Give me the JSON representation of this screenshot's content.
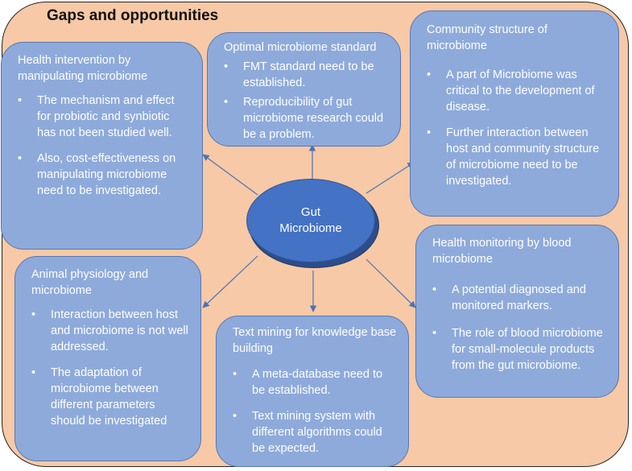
{
  "title": "Gaps and opportunities",
  "center": {
    "label": "Gut Microbiome"
  },
  "boxes": {
    "health_intervention": {
      "heading": "Health intervention by manipulating microbiome",
      "bullets": [
        "The mechanism and effect for probiotic and synbiotic has not been studied well.",
        "Also, cost-effectiveness on manipulating microbiome need to be investigated."
      ]
    },
    "optimal_standard": {
      "heading": "Optimal microbiome standard",
      "bullets": [
        "FMT standard need to be established.",
        "Reproducibility of gut microbiome research could be a problem."
      ]
    },
    "community_structure": {
      "heading": "Community structure of microbiome",
      "bullets": [
        "A part of Microbiome was critical to the development of disease.",
        "Further interaction between  host and community structure of microbiome need to be investigated."
      ]
    },
    "animal_physiology": {
      "heading": "Animal physiology and microbiome",
      "bullets": [
        "Interaction between host and microbiome is not well addressed.",
        "The adaptation of microbiome between different parameters should be investigated"
      ]
    },
    "text_mining": {
      "heading": "Text mining for knowledge base building",
      "bullets": [
        "A meta-database need to be established.",
        "Text mining system with different algorithms could be expected."
      ]
    },
    "blood_monitoring": {
      "heading": "Health monitoring by blood microbiome",
      "bullets": [
        "A potential diagnosed and monitored markers.",
        "The role of blood microbiome for small-molecule products from the gut microbiome."
      ]
    }
  },
  "colors": {
    "background": "#f7c9a6",
    "box_fill": "#8eaadb",
    "center_fill": "#4472c4",
    "arrow": "#4a72b5"
  }
}
